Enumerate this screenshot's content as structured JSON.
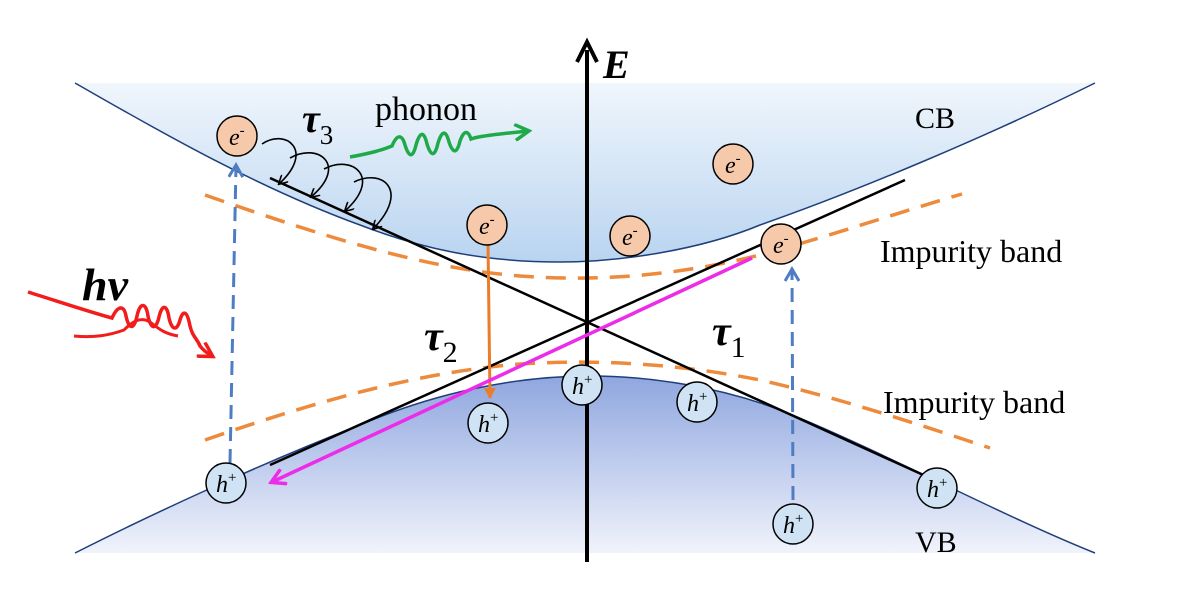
{
  "axis": {
    "label": "E"
  },
  "bands": {
    "cb": "CB",
    "vb": "VB",
    "impurity_upper": "Impurity band",
    "impurity_lower": "Impurity band"
  },
  "labels": {
    "phonon": "phonon",
    "photon_h": "h",
    "photon_nu": "ν",
    "tau_symbol": "τ",
    "tau1_sub": "1",
    "tau2_sub": "2",
    "tau3_sub": "3"
  },
  "carriers": {
    "electron_base": "e",
    "electron_sup": "-",
    "hole_base": "h",
    "hole_sup": "+"
  },
  "colors": {
    "cb_fill_top": "#f0f6fc",
    "cb_fill_bottom": "#b9d4f0",
    "vb_fill_top": "#8fa6df",
    "vb_fill_bottom": "#f0f3fb",
    "impurity_dash": "#ed8a3c",
    "electron_fill": "#f6c9ab",
    "hole_fill": "#cfe3f4",
    "excitation_arrow": "#4e7dc4",
    "recombination_arrow": "#ea7d2c",
    "magenta_arrow": "#ec2ce8",
    "phonon_wave": "#1faa4a",
    "photon_wave": "#f21c1c"
  }
}
